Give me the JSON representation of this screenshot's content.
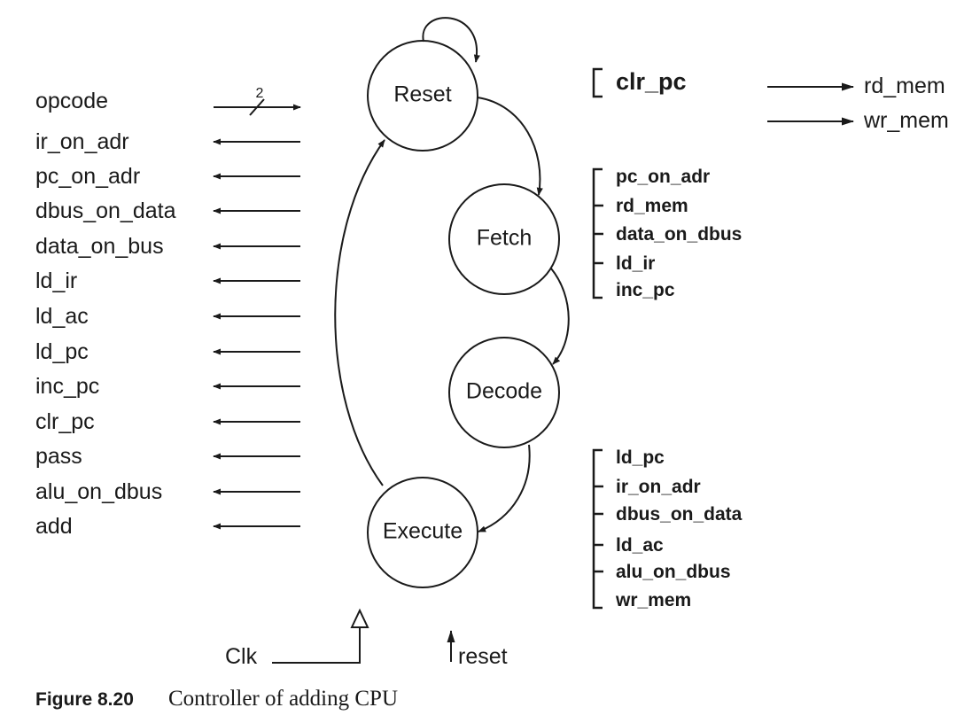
{
  "inputs": {
    "opcode": "opcode",
    "bus_width": "2"
  },
  "control_signals": [
    "ir_on_adr",
    "pc_on_adr",
    "dbus_on_data",
    "data_on_bus",
    "ld_ir",
    "ld_ac",
    "ld_pc",
    "inc_pc",
    "clr_pc",
    "pass",
    "alu_on_dbus",
    "add"
  ],
  "states": {
    "reset": "Reset",
    "fetch": "Fetch",
    "decode": "Decode",
    "execute": "Execute"
  },
  "reset_outputs": [
    "clr_pc"
  ],
  "fetch_outputs": [
    "pc_on_adr",
    "rd_mem",
    "data_on_dbus",
    "ld_ir",
    "inc_pc"
  ],
  "execute_outputs": [
    "ld_pc",
    "ir_on_adr",
    "dbus_on_data",
    "ld_ac",
    "alu_on_dbus",
    "wr_mem"
  ],
  "memory_outputs": [
    "rd_mem",
    "wr_mem"
  ],
  "clock": {
    "clk_label": "Clk",
    "reset_label": "reset"
  },
  "caption": {
    "number": "Figure 8.20",
    "text": "Controller of adding CPU"
  }
}
